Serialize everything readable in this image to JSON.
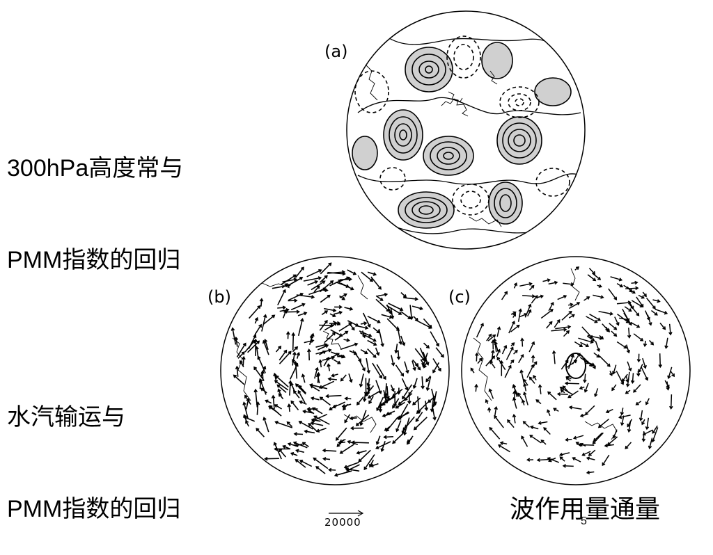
{
  "left_labels": {
    "top_line1": "300hPa高度常与",
    "top_line2": "PMM指数的回归",
    "bottom_line1": "水汽输运与",
    "bottom_line2": "PMM指数的回归"
  },
  "panels": {
    "a": "(a)",
    "b": "(b)",
    "c": "(c)"
  },
  "bottom_caption": "波作用量通量",
  "scale_vector_label": "20000",
  "page_number": "5"
}
